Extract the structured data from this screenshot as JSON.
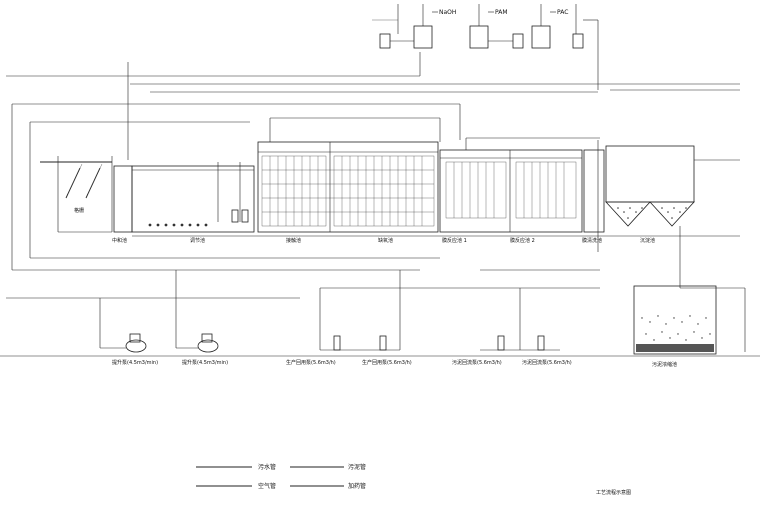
{
  "chemicals": [
    {
      "id": "naoh",
      "label": "NaOH"
    },
    {
      "id": "pam",
      "label": "PAM"
    },
    {
      "id": "pac",
      "label": "PAC"
    }
  ],
  "units": {
    "grid_well": "格栅",
    "regulating": "中和池",
    "anaerobic": "调节池",
    "aerobic1": "接触池",
    "aerobic2": "缺氧池",
    "mbr1": "膜反应池 1",
    "mbr2": "膜反应池 2",
    "clear": "膜清洗池",
    "settle": "沉淀池",
    "sludge": "污泥浓缩池"
  },
  "pumps": [
    {
      "id": "p1",
      "label": "提升泵(4.5m3/min)"
    },
    {
      "id": "p2",
      "label": "提升泵(4.5m3/min)"
    },
    {
      "id": "p3",
      "label": "生产回用泵(5.6m3/h)"
    },
    {
      "id": "p4",
      "label": "生产回用泵(5.6m3/h)"
    },
    {
      "id": "p5",
      "label": "污泥回流泵(5.6m3/h)"
    },
    {
      "id": "p6",
      "label": "污泥回流泵(5.6m3/h)"
    }
  ],
  "legend": [
    {
      "id": "l1",
      "label": "污水管"
    },
    {
      "id": "l2",
      "label": "污泥管"
    },
    {
      "id": "l3",
      "label": "空气管"
    },
    {
      "id": "l4",
      "label": "加药管"
    }
  ],
  "footnote": "工艺流程示意图"
}
